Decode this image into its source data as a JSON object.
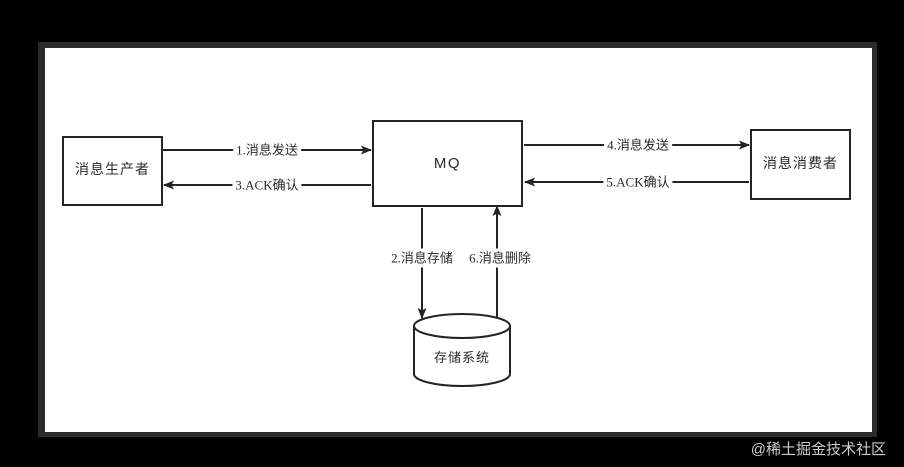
{
  "diagram": {
    "nodes": {
      "producer": "消息生产者",
      "mq": "MQ",
      "consumer": "消息消费者",
      "storage": "存储系统"
    },
    "edges": [
      {
        "id": "e1",
        "label": "1.消息发送",
        "from": "producer",
        "to": "mq",
        "direction": "right"
      },
      {
        "id": "e3",
        "label": "3.ACK确认",
        "from": "mq",
        "to": "producer",
        "direction": "left"
      },
      {
        "id": "e4",
        "label": "4.消息发送",
        "from": "mq",
        "to": "consumer",
        "direction": "right"
      },
      {
        "id": "e5",
        "label": "5.ACK确认",
        "from": "consumer",
        "to": "mq",
        "direction": "left"
      },
      {
        "id": "e2",
        "label": "2.消息存储",
        "from": "mq",
        "to": "storage",
        "direction": "down"
      },
      {
        "id": "e6",
        "label": "6.消息删除",
        "from": "storage",
        "to": "mq",
        "direction": "up"
      }
    ],
    "watermark": "@稀土掘金技术社区",
    "colors": {
      "stroke": "#242424",
      "canvas": "#ffffff",
      "frame": "#2b2b2b",
      "background": "#000000",
      "text": "#2a2a2a"
    }
  }
}
